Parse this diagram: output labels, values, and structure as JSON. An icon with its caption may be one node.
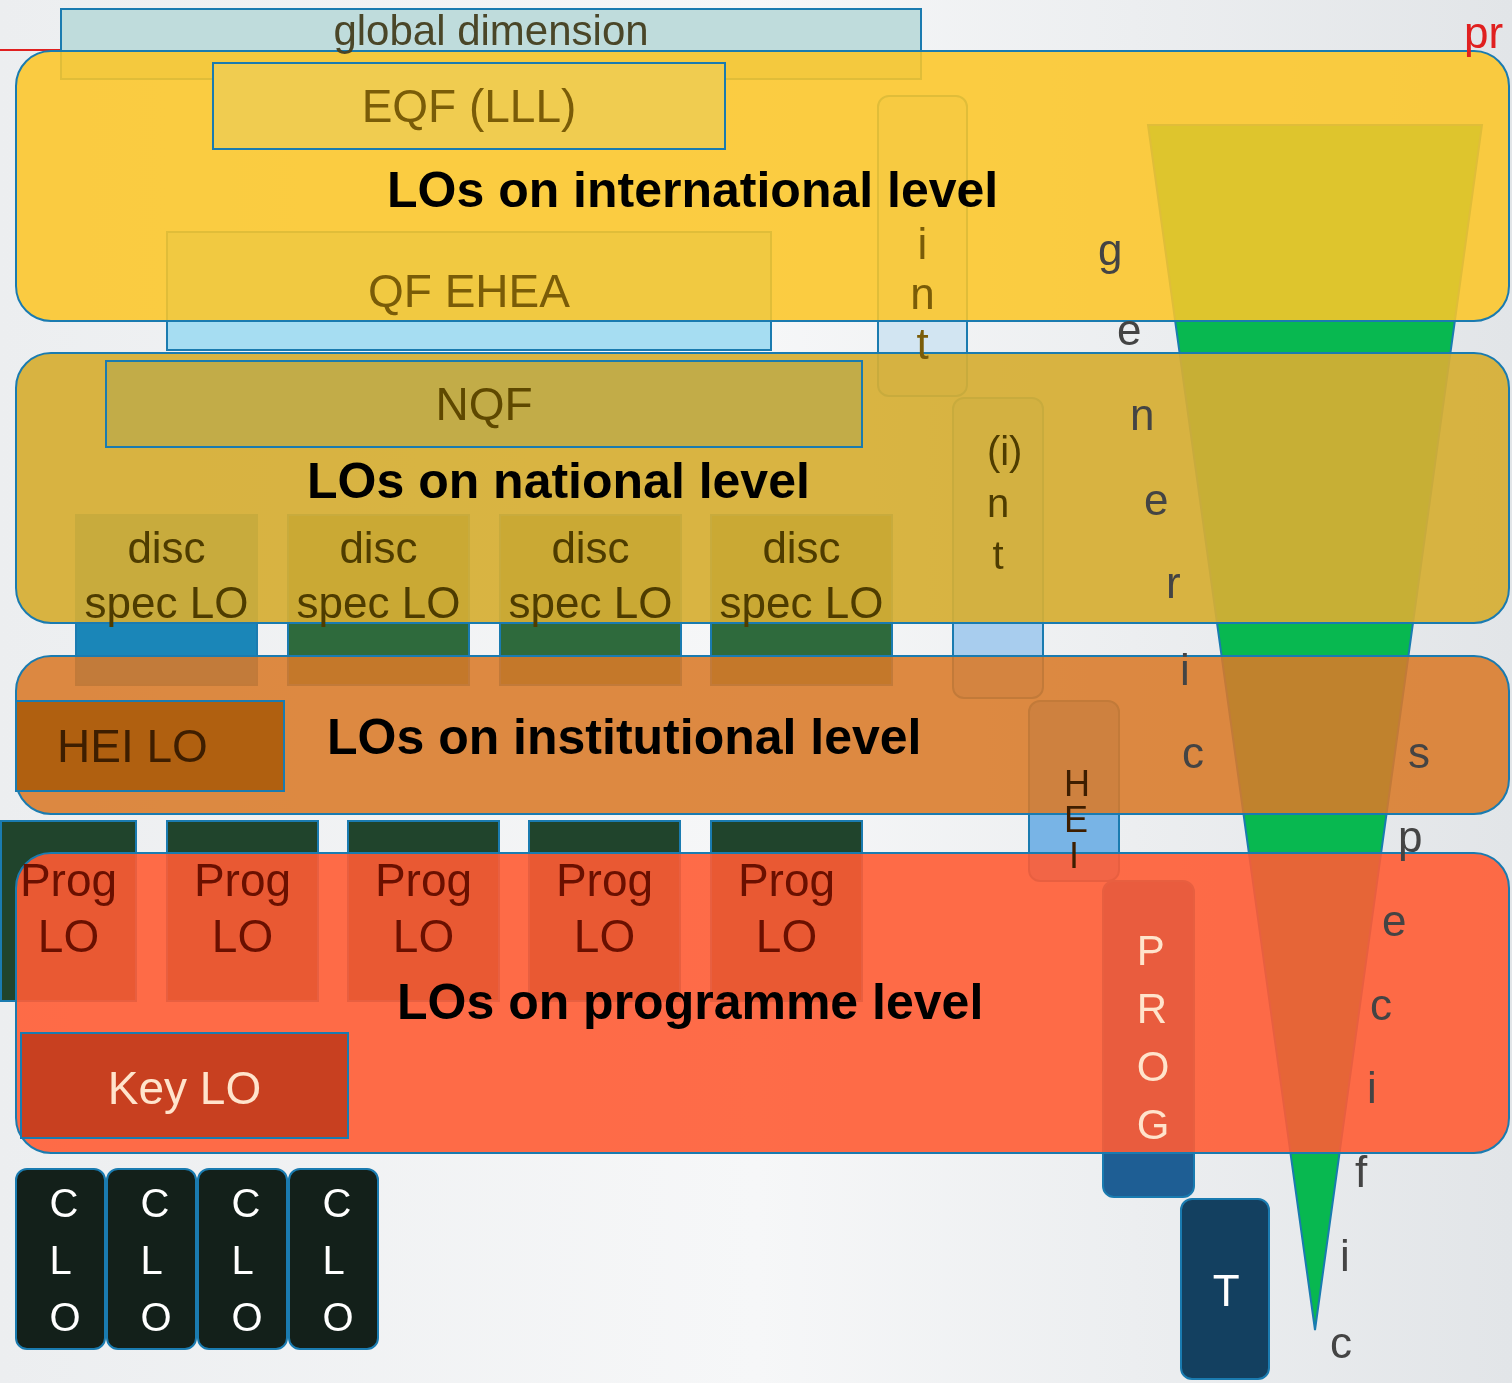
{
  "diagram": {
    "nodes": [
      {
        "text": [
          "global dimension"
        ]
      },
      {
        "text": [
          "LOs on international level"
        ]
      },
      {
        "text": [
          "EQF (LLL)"
        ],
        "in": 1
      },
      {
        "text": [
          "QF EHEA"
        ]
      },
      {
        "text": [
          "int"
        ]
      },
      {
        "text": [
          "LOs on national level"
        ]
      },
      {
        "text": [
          "NQF"
        ],
        "in": 5
      },
      {
        "text": [
          "disc spec LO"
        ]
      },
      {
        "text": [
          "disc spec LO"
        ]
      },
      {
        "text": [
          "disc spec LO"
        ]
      },
      {
        "text": [
          "disc spec LO"
        ]
      },
      {
        "text": [
          "(i)nt"
        ]
      },
      {
        "text": [
          "LOs on institutional level"
        ]
      },
      {
        "text": [
          "HEI LO"
        ],
        "in": 12
      },
      {
        "text": [
          "HEI"
        ]
      },
      {
        "text": [
          "Prog LO"
        ]
      },
      {
        "text": [
          "Prog LO"
        ]
      },
      {
        "text": [
          "Prog LO"
        ]
      },
      {
        "text": [
          "Prog LO"
        ]
      },
      {
        "text": [
          "Prog LO"
        ]
      },
      {
        "text": [
          "LOs on programme level"
        ]
      },
      {
        "text": [
          "Key LO"
        ],
        "in": 20
      },
      {
        "text": [
          "PROG"
        ]
      },
      {
        "text": [
          "CLO"
        ]
      },
      {
        "text": [
          "CLO"
        ]
      },
      {
        "text": [
          "CLO"
        ]
      },
      {
        "text": [
          "CLO"
        ]
      },
      {
        "text": [
          "T"
        ]
      }
    ],
    "labels": [
      "pr",
      "generic",
      "specific"
    ]
  }
}
